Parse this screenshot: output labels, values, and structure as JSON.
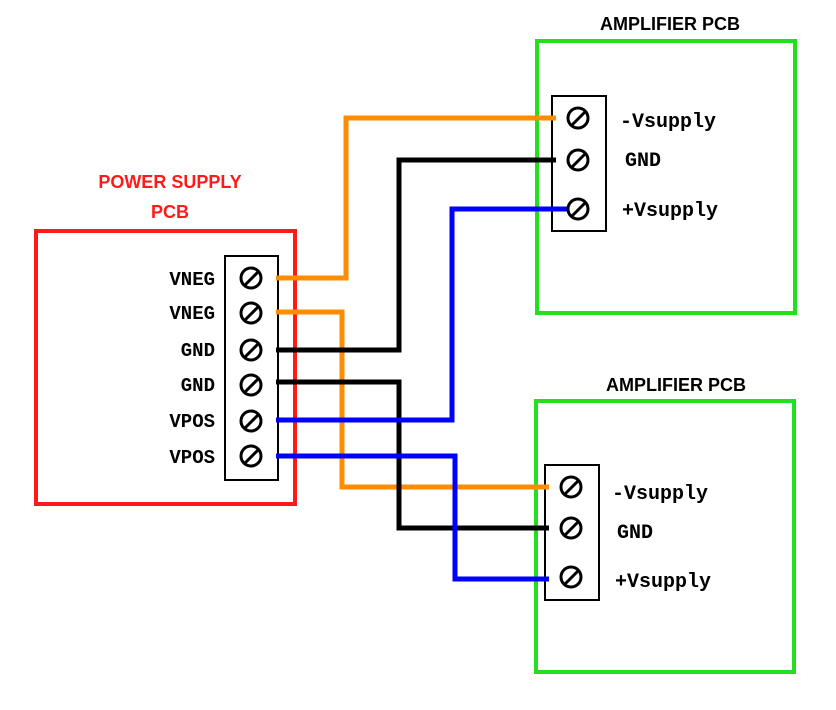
{
  "power_supply": {
    "title_line1": "POWER SUPPLY",
    "title_line2": "PCB",
    "border_color": "#ff1a1a",
    "terminals": [
      "VNEG",
      "VNEG",
      "GND",
      "GND",
      "VPOS",
      "VPOS"
    ]
  },
  "amplifier_top": {
    "title": "AMPLIFIER PCB",
    "border_color": "#22e01e",
    "terminals": [
      "-Vsupply",
      "GND",
      "+Vsupply"
    ]
  },
  "amplifier_bottom": {
    "title": "AMPLIFIER PCB",
    "border_color": "#22e01e",
    "terminals": [
      "-Vsupply",
      "GND",
      "+Vsupply"
    ]
  },
  "wire_colors": {
    "negative": "#ff8c00",
    "ground": "#000000",
    "positive": "#0000ff"
  }
}
